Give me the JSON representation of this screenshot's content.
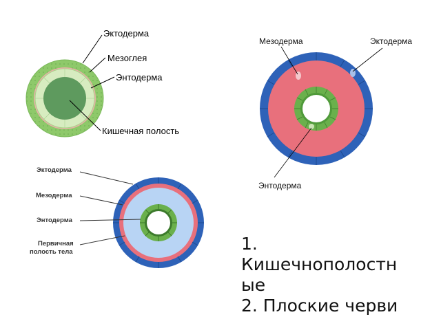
{
  "diagram1": {
    "labels": [
      "Эктодерма",
      "Мезоглея",
      "Энтодерма",
      "Кишечная полость"
    ]
  },
  "diagram2": {
    "labels": [
      "Мезодерма",
      "Эктодерма",
      "Энтодерма"
    ]
  },
  "diagram3": {
    "labels": [
      "Эктодерма",
      "Мезодерма",
      "Энтодерма",
      "Первичная",
      "полость тела"
    ]
  },
  "caption": {
    "line1a": "1.",
    "line1b": "Кишечнополостн",
    "line1c": "ые",
    "line2": "2. Плоские черви"
  },
  "colors": {
    "ectoderm_green": "#8ec96a",
    "mesoglea_light": "#d7ecc0",
    "gut_green": "#5e9a5e",
    "ectoderm_blue": "#2e62b8",
    "mesoderm_pink": "#e8707c",
    "endoderm_green": "#6ab04c",
    "body_cavity_blue": "#b8d4f4"
  }
}
